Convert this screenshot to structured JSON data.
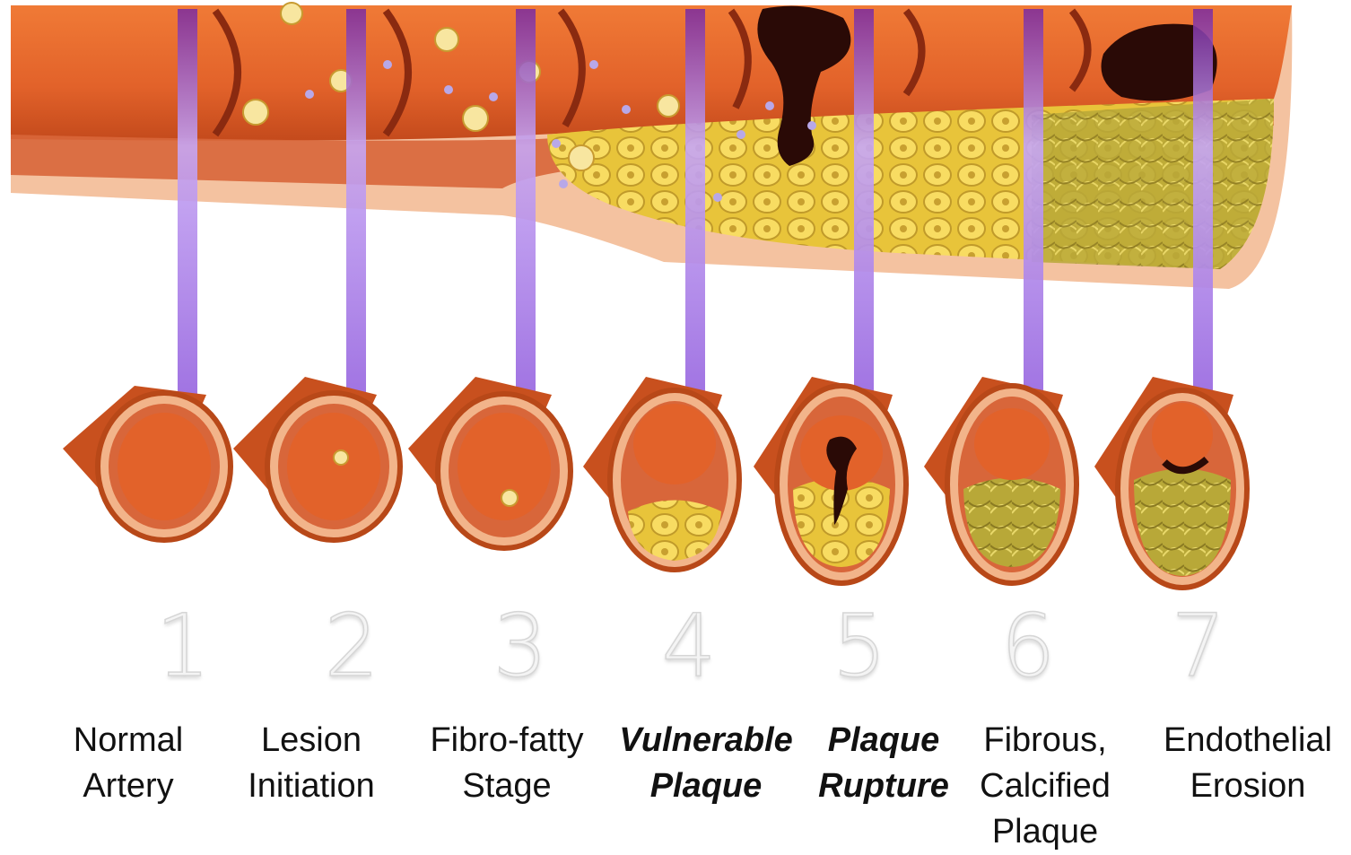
{
  "stages": [
    {
      "number": "1",
      "lines": [
        "Normal",
        "Artery"
      ],
      "emphasis": false
    },
    {
      "number": "2",
      "lines": [
        "Lesion",
        "Initiation"
      ],
      "emphasis": false
    },
    {
      "number": "3",
      "lines": [
        "Fibro-fatty",
        "Stage"
      ],
      "emphasis": false
    },
    {
      "number": "4",
      "lines": [
        "Vulnerable",
        "Plaque"
      ],
      "emphasis": true
    },
    {
      "number": "5",
      "lines": [
        "Plaque",
        "Rupture"
      ],
      "emphasis": true
    },
    {
      "number": "6",
      "lines": [
        "Fibrous,",
        "Calcified",
        "Plaque"
      ],
      "emphasis": false
    },
    {
      "number": "7",
      "lines": [
        "Endothelial",
        "Erosion"
      ],
      "emphasis": false
    }
  ],
  "colors": {
    "artery_wall": "#e2622a",
    "artery_dark": "#a83a14",
    "intima": "#f2b48a",
    "plaque": "#e8c43a",
    "plaque_dark": "#9a7a18",
    "thrombus": "#2a0a06",
    "connector": "#b48cf0",
    "connector_dark": "#5a1a7a"
  }
}
